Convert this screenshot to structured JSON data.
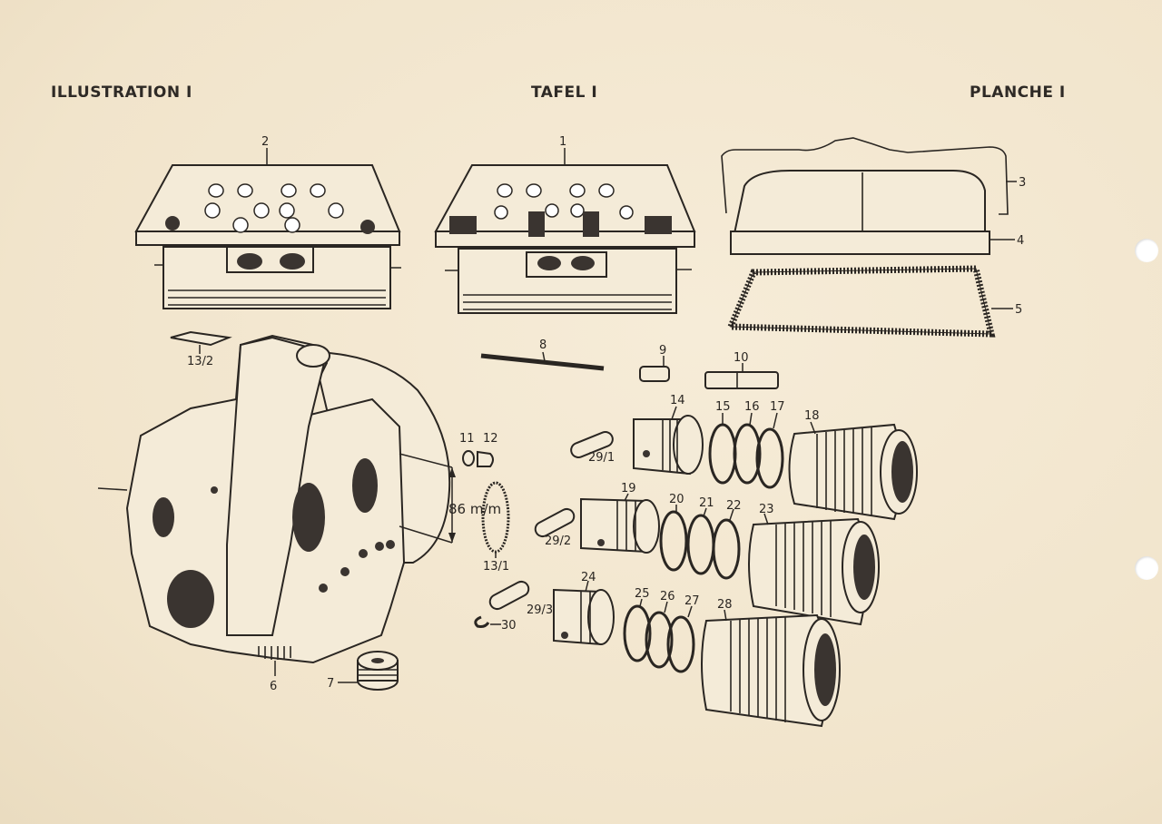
{
  "headers": {
    "left": "ILLUSTRATION I",
    "center": "TAFEL I",
    "right": "PLANCHE I"
  },
  "labels": {
    "p1": "1",
    "p2": "2",
    "p3": "3",
    "p4": "4",
    "p5": "5",
    "p6": "6",
    "p7": "7",
    "p8": "8",
    "p9": "9",
    "p10": "10",
    "p11": "11",
    "p12": "12",
    "p13_1": "13/1",
    "p13_2": "13/2",
    "p14": "14",
    "p15": "15",
    "p16": "16",
    "p17": "17",
    "p18": "18",
    "p19": "19",
    "p20": "20",
    "p21": "21",
    "p22": "22",
    "p23": "23",
    "p24": "24",
    "p25": "25",
    "p26": "26",
    "p27": "27",
    "p28": "28",
    "p29_1": "29/1",
    "p29_2": "29/2",
    "p29_3": "29/3",
    "p30": "30",
    "bore": "86 m/m"
  },
  "colors": {
    "paper": "#f3e8d2",
    "ink": "#2a2622"
  }
}
